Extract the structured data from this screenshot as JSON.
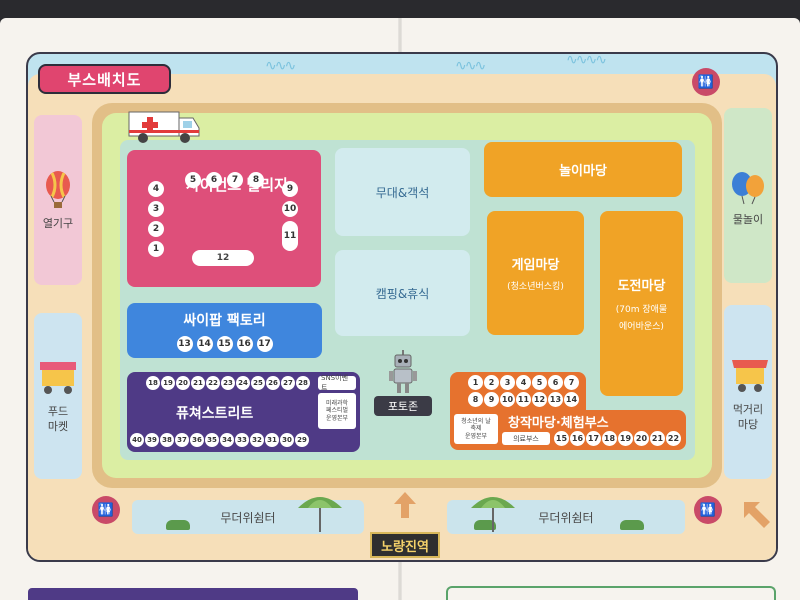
{
  "map": {
    "title": "부스배치도",
    "zones": {
      "science_village": {
        "label": "사이언스 빌리지",
        "left_numbers": [
          "4",
          "3",
          "2",
          "1"
        ],
        "top_numbers": [
          "5",
          "6",
          "7",
          "8"
        ],
        "right_numbers": [
          "9",
          "10",
          "11"
        ],
        "bottom_number": "12"
      },
      "stage": {
        "label": "무대&객석"
      },
      "camping": {
        "label": "캠핑&휴식"
      },
      "play_yard": {
        "label": "놀이마당"
      },
      "game_yard": {
        "label": "게임마당",
        "sub": "(청소년버스킹)"
      },
      "challenge_yard": {
        "label": "도전마당",
        "sub1": "(70m 장애물",
        "sub2": "에어바운스)"
      },
      "scipop_factory": {
        "label": "싸이팝 팩토리",
        "numbers": [
          "13",
          "14",
          "15",
          "16",
          "17"
        ]
      },
      "future_street": {
        "label": "퓨쳐스트리트",
        "top_numbers": [
          "18",
          "19",
          "20",
          "21",
          "22",
          "23",
          "24",
          "25",
          "26",
          "27",
          "28"
        ],
        "sns_event": "SNS이벤트",
        "future_science_1": "미래과학",
        "future_science_2": "페스티벌",
        "future_science_3": "운영본부",
        "bottom_numbers": [
          "40",
          "39",
          "38",
          "37",
          "36",
          "35",
          "34",
          "33",
          "32",
          "31",
          "30",
          "29"
        ]
      },
      "photo_zone": {
        "label": "포토존"
      },
      "creative_yard": {
        "label": "창작마당·체험부스",
        "top_numbers": [
          "1",
          "2",
          "3",
          "4",
          "5",
          "6",
          "7"
        ],
        "mid_numbers": [
          "8",
          "9",
          "10",
          "11",
          "12",
          "13",
          "14"
        ],
        "youth_day_1": "청소년의 날",
        "youth_day_2": "축제",
        "youth_day_3": "운영본부",
        "medical": "의료부스",
        "bottom_numbers": [
          "15",
          "16",
          "17",
          "18",
          "19",
          "20",
          "21",
          "22"
        ]
      }
    },
    "side": {
      "balloon": "열기구",
      "food_1": "푸드",
      "food_2": "마켓",
      "water_play": "물놀이",
      "street_food_1": "먹거리",
      "street_food_2": "마당"
    },
    "shelter_left": "무더위쉼터",
    "shelter_right": "무더위쉼터",
    "station": "노량진역",
    "colors": {
      "pink": "#de4f7a",
      "blue": "#3f86dd",
      "purple": "#4f3a86",
      "orange": "#f0a326",
      "orange_dark": "#e6722e",
      "light_blue": "#d2ebee"
    },
    "icons": [
      "ambulance-icon",
      "hot-air-balloon-icon",
      "food-cart-icon",
      "balloons-icon",
      "restroom-icon",
      "parasol-icon",
      "robot-icon",
      "arrow-up-icon"
    ]
  }
}
